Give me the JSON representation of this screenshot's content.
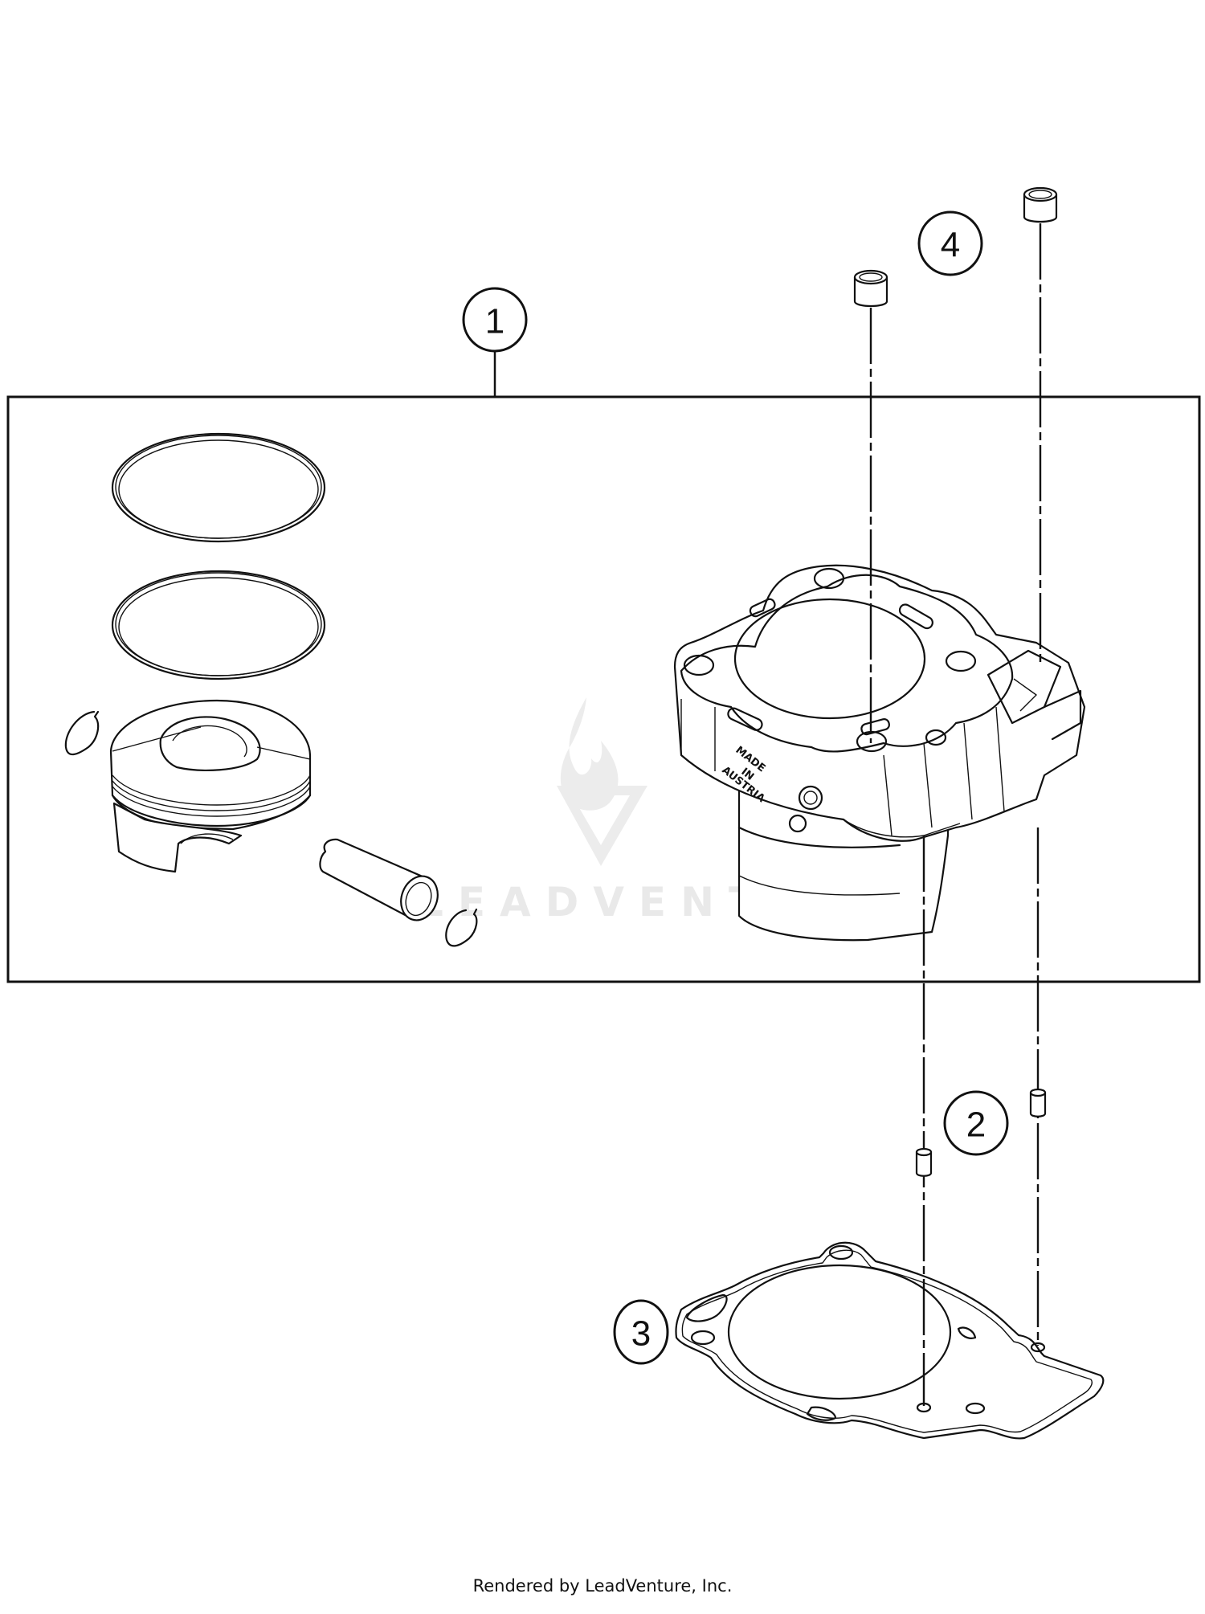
{
  "diagram": {
    "title": "Cylinder assembly exploded view",
    "callouts": [
      {
        "number": "1",
        "part": "cylinder-kit"
      },
      {
        "number": "2",
        "part": "dowel-sleeve"
      },
      {
        "number": "3",
        "part": "cylinder-base-gasket"
      },
      {
        "number": "4",
        "part": "dowel-sleeve-top"
      }
    ],
    "cylinder_embossing": [
      "MADE",
      "IN",
      "AUSTRIA"
    ],
    "watermark": "LEADVENTURE"
  },
  "footer": {
    "credit": "Rendered by LeadVenture, Inc."
  }
}
